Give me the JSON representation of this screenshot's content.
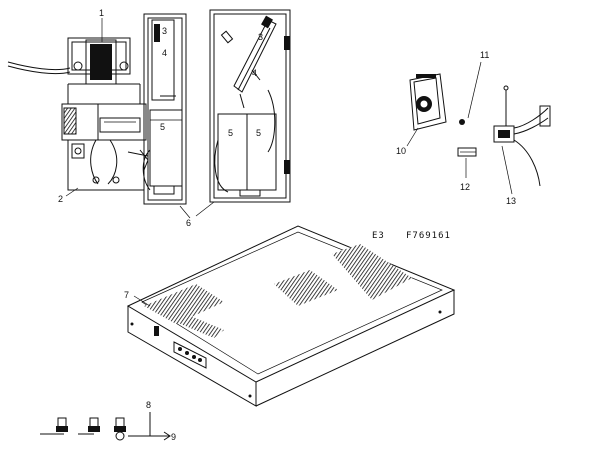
{
  "drawing": {
    "code_left": "E3",
    "code_right": "F769161"
  },
  "callouts": {
    "c1": "1",
    "c2": "2",
    "c3a": "3",
    "c3b": "3",
    "c4a": "4",
    "c4b": "4",
    "c5a": "5",
    "c5b": "5",
    "c5c": "5",
    "c6": "6",
    "c7": "7",
    "c8": "8",
    "c9": "9",
    "c10": "10",
    "c11": "11",
    "c12": "12",
    "c13": "13"
  }
}
